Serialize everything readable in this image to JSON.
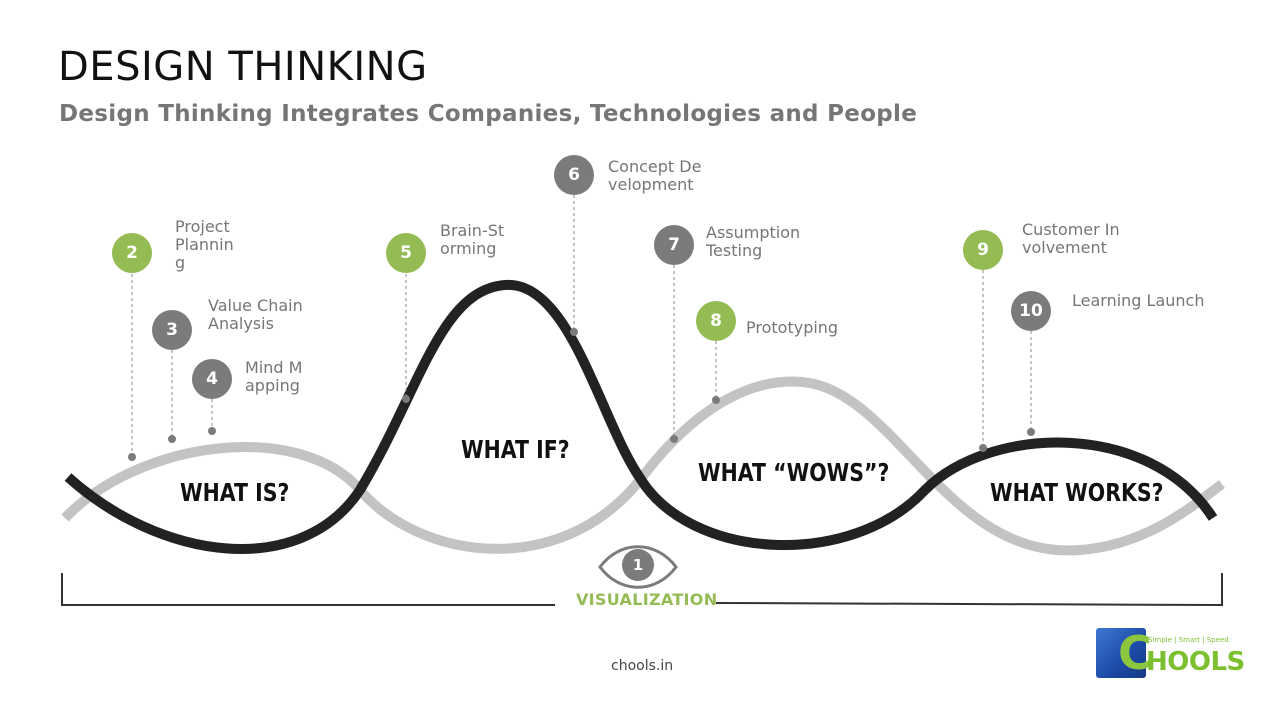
{
  "header": {
    "title": "DESIGN THINKING",
    "subtitle": "Design Thinking Integrates Companies, Technologies and People"
  },
  "phases": [
    {
      "key": "what_is",
      "label": "WHAT IS?"
    },
    {
      "key": "what_if",
      "label": "WHAT IF?"
    },
    {
      "key": "what_wows",
      "label": "WHAT “WOWS”?"
    },
    {
      "key": "what_works",
      "label": "WHAT WORKS?"
    }
  ],
  "steps": [
    {
      "num": "2",
      "label": "Project Planning",
      "color": "green"
    },
    {
      "num": "3",
      "label": "Value Chain Analysis",
      "color": "grey"
    },
    {
      "num": "4",
      "label": "Mind Mapping",
      "color": "grey"
    },
    {
      "num": "5",
      "label": "Brain-Storming",
      "color": "green"
    },
    {
      "num": "6",
      "label": "Concept Development",
      "color": "grey"
    },
    {
      "num": "7",
      "label": "Assumption Testing",
      "color": "grey"
    },
    {
      "num": "8",
      "label": "Prototyping",
      "color": "green"
    },
    {
      "num": "9",
      "label": "Customer Involvement",
      "color": "green"
    },
    {
      "num": "10",
      "label": "Learning Launch",
      "color": "grey"
    }
  ],
  "visualization": {
    "num": "1",
    "label": "VISUALIZATION"
  },
  "footer": {
    "site": "chools.in"
  },
  "logo": {
    "word": "HOOLS",
    "letter": "C",
    "tagline": "Simple | Smart | Speed"
  },
  "colors": {
    "green": "#94bb54",
    "grey": "#7b7b7b",
    "dark_wave": "#222222",
    "light_wave": "#c3c3c3"
  }
}
